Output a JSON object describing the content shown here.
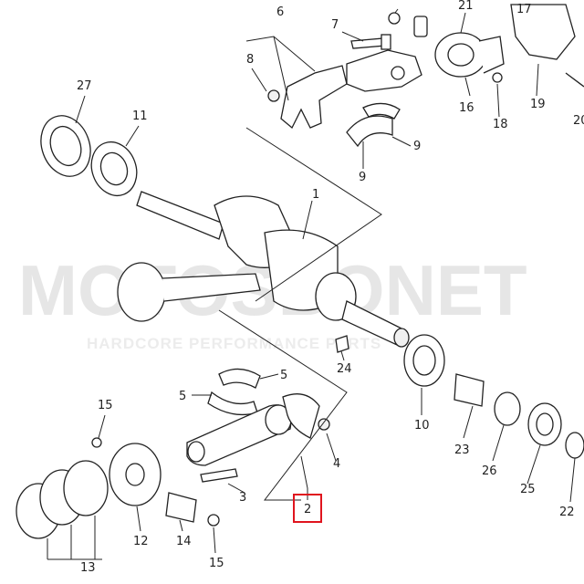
{
  "callouts": {
    "c1": "1",
    "c2": "2",
    "c3": "3",
    "c4": "4",
    "c5a": "5",
    "c5b": "5",
    "c6": "6",
    "c7": "7",
    "c8": "8",
    "c9a": "9",
    "c9b": "9",
    "c10": "10",
    "c11": "11",
    "c12": "12",
    "c13": "13",
    "c14": "14",
    "c15a": "15",
    "c15b": "15",
    "c16": "16",
    "c17": "17",
    "c18": "18",
    "c19": "19",
    "c20": "20",
    "c21": "21",
    "c22": "22",
    "c23": "23",
    "c24": "24",
    "c25": "25",
    "c26": "26",
    "c27": "27"
  },
  "watermark": {
    "brand": "MOTOSBONET",
    "tagline": "HARDCORE PERFORMANCE PARTS"
  },
  "highlight": {
    "part": "2",
    "color": "#e0141e"
  }
}
